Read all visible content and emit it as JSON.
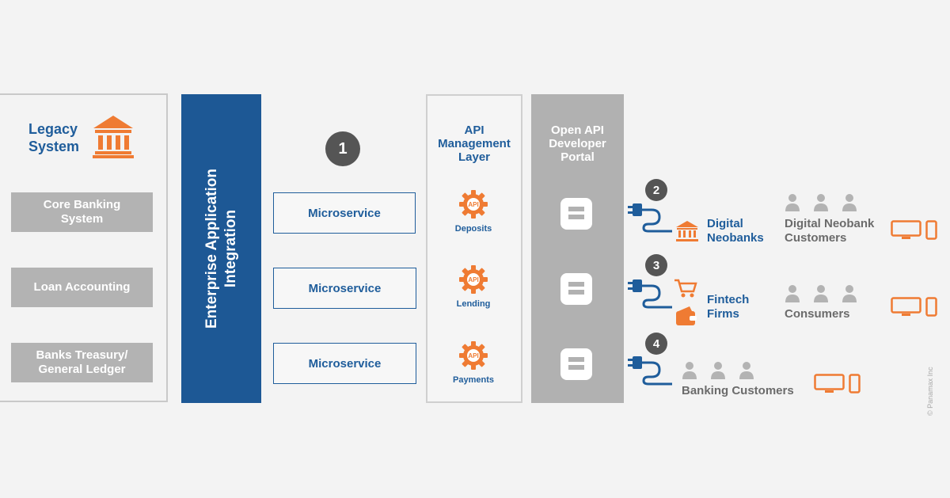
{
  "legacy": {
    "title_line1": "Legacy",
    "title_line2": "System",
    "systems": [
      "Core Banking System",
      "Loan Accounting",
      "Banks Treasury/ General Ledger"
    ]
  },
  "eai": {
    "line1": "Enterprise Application",
    "line2": "Integration"
  },
  "step1": "1",
  "microservices": [
    "Microservice",
    "Microservice",
    "Microservice"
  ],
  "api_management": {
    "title_line1": "API",
    "title_line2": "Management",
    "title_line3": "Layer",
    "gear_text": "API",
    "apis": [
      "Deposits",
      "Lending",
      "Payments"
    ]
  },
  "portal": {
    "line1": "Open API",
    "line2": "Developer",
    "line3": "Portal"
  },
  "channels": [
    {
      "step": "2",
      "partner_line1": "Digital",
      "partner_line2": "Neobanks",
      "customers_line1": "Digital Neobank",
      "customers_line2": "Customers"
    },
    {
      "step": "3",
      "partner_line1": "Fintech",
      "partner_line2": "Firms",
      "customers_line1": "Consumers",
      "customers_line2": ""
    },
    {
      "step": "4",
      "partner_line1": "",
      "partner_line2": "",
      "customers_line1": "Banking Customers",
      "customers_line2": ""
    }
  ],
  "copyright": "© Panamax Inc",
  "colors": {
    "blue": "#1f5d9b",
    "eai_blue": "#1d5895",
    "orange": "#ef7b33",
    "gray": "#b3b3b3",
    "dark_circle": "#555555"
  }
}
